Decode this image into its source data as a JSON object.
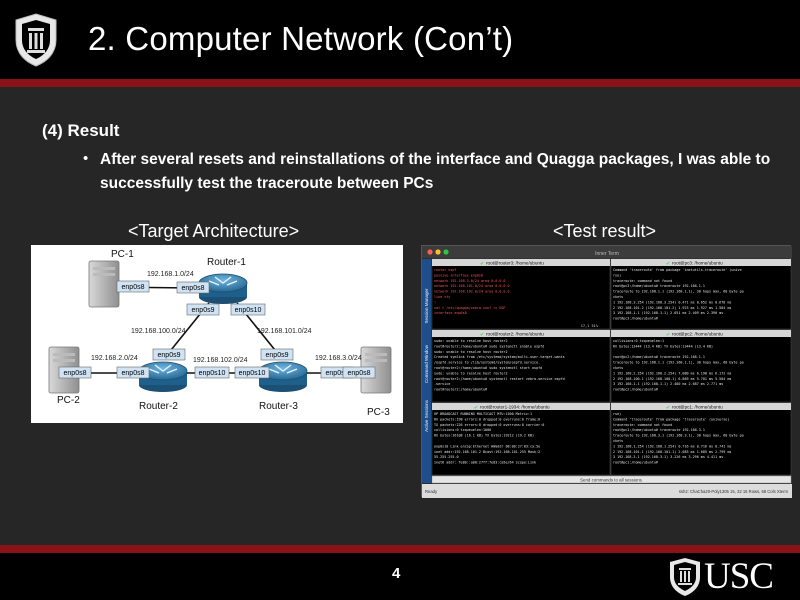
{
  "slide": {
    "title": "2. Computer Network (Con’t)",
    "heading": "(4) Result",
    "bullet_mark": "•",
    "bullet": "After several resets and reinstallations of the interface and Quagga packages, I was able to successfully test the traceroute between PCs",
    "caption_left": "<Target Architecture>",
    "caption_right": "<Test result>",
    "page_number": "4",
    "logo_text": "USC"
  },
  "colors": {
    "background": "#262626",
    "band": "#000000",
    "accent_rule": "#8a1318",
    "router_blue": "#2f7fb0",
    "interface_fill": "#cfe3f5",
    "terminal_green": "#4bd04b",
    "terminal_red": "#ff5555"
  },
  "diagram": {
    "nodes": {
      "pc1": "PC-1",
      "pc2": "PC-2",
      "pc3": "PC-3",
      "router1": "Router-1",
      "router2": "Router-2",
      "router3": "Router-3"
    },
    "subnets": {
      "pc1_net": "192.168.1.0/24",
      "r1_r2": "192.168.100.0/24",
      "r1_r3": "192.168.101.0/24",
      "r2_r3": "192.168.102.0/24",
      "pc2_net": "192.168.2.0/24",
      "pc3_net": "192.168.3.0/24"
    },
    "interfaces": {
      "pc1": "enp0s8",
      "r1_top": "enp0s8",
      "r1_left": "enp0s9",
      "r1_right": "enp0s10",
      "r2_top": "enp0s9",
      "r2_left": "enp0s8",
      "r2_right": "enp0s10",
      "r3_top": "enp0s9",
      "r3_left": "enp0s10",
      "r3_right": "enp0s8",
      "pc2": "enp0s8",
      "pc3": "enp0s8"
    }
  },
  "terminal": {
    "title": "Inner Term",
    "side_tabs": [
      "Session Manager",
      "Command Window",
      "Active Sessions"
    ],
    "panes": [
      {
        "title": "root@router3: /home/ubuntu",
        "lines": [
          {
            "t": "router ospf",
            "c": "red"
          },
          {
            "t": "passive-interface enp0s8",
            "c": "red"
          },
          {
            "t": "network 192.168.3.0/24 area 0.0.0.0",
            "c": "red"
          },
          {
            "t": "network 192.168.101.0/24 area 0.0.0.0",
            "c": "red"
          },
          {
            "t": "network 192.168.102.0/24 area 0.0.0.0",
            "c": "red"
          },
          {
            "t": "line vty",
            "c": "red"
          },
          {
            "t": "!",
            "c": "red"
          },
          {
            "t": "cat > /etc/quagga/zebra.conf << EOF",
            "c": "red"
          },
          {
            "t": "interface enp0s8",
            "c": "red"
          }
        ],
        "status": "17,1          51%"
      },
      {
        "title": "root@pc3: /home/ubuntu",
        "lines": [
          {
            "t": "Command 'traceroute' from package 'inetutils-traceroute' (unive",
            "c": "w"
          },
          {
            "t": "rse)",
            "c": "w"
          },
          {
            "t": "traceroute: command not found",
            "c": "w"
          },
          {
            "t": "root@pc3:/home/ubuntu# traceroute 192.168.1.1",
            "c": "w"
          },
          {
            "t": "traceroute to 192.168.1.1 (192.168.1.1), 30 hops max, 60 byte pa",
            "c": "w"
          },
          {
            "t": "ckets",
            "c": "w"
          },
          {
            "t": " 1  192.168.3.254 (192.168.3.254)  0.471 ms  0.652 ms  0.678 ms",
            "c": "w"
          },
          {
            "t": " 2  192.168.101.2 (192.168.101.2)  1.923 ms  1.927 ms  1.584 ms",
            "c": "w"
          },
          {
            "t": " 3  192.168.1.1 (192.168.1.1)  2.651 ms  2.409 ms  2.390 ms",
            "c": "w"
          },
          {
            "t": "root@pc3:/home/ubuntu#",
            "c": "w"
          }
        ]
      },
      {
        "title": "root@router2: /home/ubuntu",
        "lines": [
          {
            "t": "sudo: unable to resolve host router2",
            "c": "w"
          },
          {
            "t": "root@router2:/home/ubuntu# sudo systemctl enable ospfd",
            "c": "w"
          },
          {
            "t": "sudo: unable to resolve host router2",
            "c": "w"
          },
          {
            "t": "Created symlink from /etc/systemd/system/multi-user.target.wants",
            "c": "w"
          },
          {
            "t": "/ospfd.service to /lib/systemd/system/ospfd.service.",
            "c": "w"
          },
          {
            "t": "root@router2:/home/ubuntu# sudo systemctl start ospfd",
            "c": "w"
          },
          {
            "t": "sudo: unable to resolve host router2",
            "c": "w"
          },
          {
            "t": "root@router2:/home/ubuntu# systemctl restart zebra.service ospfd",
            "c": "w"
          },
          {
            "t": ".service",
            "c": "w"
          },
          {
            "t": "root@router2:/home/ubuntu#",
            "c": "w"
          }
        ]
      },
      {
        "title": "root@pc2: /home/ubuntu",
        "lines": [
          {
            "t": "        collisions:0 txqueuelen:1",
            "c": "w"
          },
          {
            "t": "        RX bytes:13444 (13.4 KB)  TX bytes:13444 (13.4 KB)",
            "c": "w"
          },
          {
            "t": "",
            "c": "w"
          },
          {
            "t": "root@pc2:/home/ubuntu# traceroute 192.168.1.1",
            "c": "w"
          },
          {
            "t": "traceroute to 192.168.1.1 (192.168.1.1), 30 hops max, 60 byte pa",
            "c": "w"
          },
          {
            "t": "ckets",
            "c": "w"
          },
          {
            "t": " 1  192.168.2.254 (192.168.2.254)  7.080 ms  6.198 ms  6.172 ms",
            "c": "w"
          },
          {
            "t": " 2  192.168.100.1 (192.168.100.1)  6.869 ms  5.701 ms  5.504 ms",
            "c": "w"
          },
          {
            "t": " 3  192.168.1.1 (192.168.1.1)  2.480 ms  2.687 ms  2.771 ms",
            "c": "w"
          },
          {
            "t": "root@pc2:/home/ubuntu#",
            "c": "w"
          }
        ]
      },
      {
        "title": "root@router1-1934: /home/ubuntu",
        "lines": [
          {
            "t": "        UP BROADCAST RUNNING MULTICAST  MTU:1500  Metric:1",
            "c": "w"
          },
          {
            "t": "        RX packets:198 errors:0 dropped:0 overruns:0 frame:0",
            "c": "w"
          },
          {
            "t": "        TX packets:226 errors:0 dropped:0 overruns:0 carrier:0",
            "c": "w"
          },
          {
            "t": "        collisions:0 txqueuelen:1000",
            "c": "w"
          },
          {
            "t": "        RX bytes:16108 (16.1 KB)  TX bytes:19212 (19.2 KB)",
            "c": "w"
          },
          {
            "t": "",
            "c": "w"
          },
          {
            "t": "enp0s10   Link encap:Ethernet  HWaddr 08:00:27:83:ca:5e",
            "c": "w"
          },
          {
            "t": "          inet addr:192.168.101.2  Bcast:192.168.101.255  Mask:2",
            "c": "w"
          },
          {
            "t": "55.255.255.0",
            "c": "w"
          },
          {
            "t": "          inet6 addr: fe80::a00:27ff:fe83:ca5e/64 Scope:Link",
            "c": "w"
          }
        ]
      },
      {
        "title": "root@pc1: /home/ubuntu",
        "lines": [
          {
            "t": "rse)",
            "c": "w"
          },
          {
            "t": "Command 'traceroute' from package 'traceroute' (universe)",
            "c": "w"
          },
          {
            "t": "traceroute: command not found",
            "c": "w"
          },
          {
            "t": "root@pc1:/home/ubuntu# traceroute 192.168.3.1",
            "c": "w"
          },
          {
            "t": "traceroute to 192.168.3.1 (192.168.3.1), 30 hops max, 60 byte pa",
            "c": "w"
          },
          {
            "t": "ckets",
            "c": "w"
          },
          {
            "t": " 1  192.168.1.254 (192.168.1.254)  0.716 ms  0.716 ms  0.741 ms",
            "c": "w"
          },
          {
            "t": " 2  192.168.101.1 (192.168.101.1)  2.083 ms  1.685 ms  2.799 ms",
            "c": "w"
          },
          {
            "t": " 3  192.168.3.1 (192.168.3.1)  3.226 ms  3.296 ms  4.411 ms",
            "c": "w"
          },
          {
            "t": "root@pc1:/home/ubuntu#",
            "c": "w"
          }
        ]
      }
    ],
    "send_bar": "Send commands to all sessions",
    "status_left": "Ready",
    "status_right": "ssh2: ChaCha20-Poly1305   15, 32  15 Rows, 68 Cols  Xterm"
  }
}
